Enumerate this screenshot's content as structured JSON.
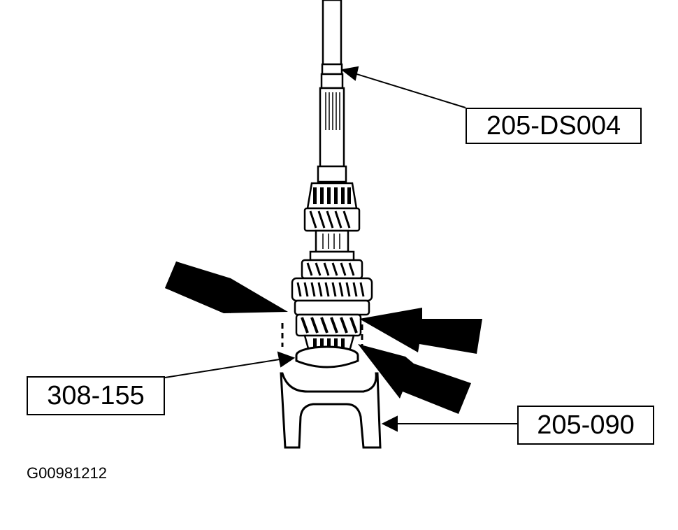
{
  "callouts": {
    "tool_top": "205-DS004",
    "tool_left": "308-155",
    "tool_right": "205-090"
  },
  "figure_id": "G00981212",
  "colors": {
    "ink": "#000000",
    "paper": "#ffffff"
  }
}
